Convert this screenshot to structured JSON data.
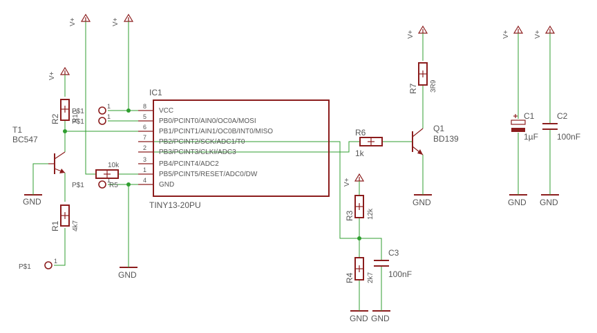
{
  "supply": {
    "label": "V+"
  },
  "ground": {
    "label": "GND"
  },
  "pad_label": "P$1",
  "ic": {
    "ref": "IC1",
    "value": "TINY13-20PU",
    "pins": [
      {
        "num": "8",
        "name": "VCC"
      },
      {
        "num": "5",
        "name": "PB0/PCINT0/AIN0/OC0A/MOSI"
      },
      {
        "num": "6",
        "name": "PB1/PCINT1/AIN1/OC0B/INT0/MISO"
      },
      {
        "num": "7",
        "name": "PB2/PCINT2/SCK/ADC1/T0"
      },
      {
        "num": "2",
        "name": "PB3/PCINT3/CLKI/ADC3"
      },
      {
        "num": "3",
        "name": "PB4/PCINT4/ADC2"
      },
      {
        "num": "1",
        "name": "PB5/PCINT5/RESET/ADC0/DW"
      },
      {
        "num": "4",
        "name": "GND"
      }
    ]
  },
  "transistors": {
    "t1": {
      "ref": "T1",
      "value": "BC547"
    },
    "q1": {
      "ref": "Q1",
      "value": "BD139"
    }
  },
  "resistors": {
    "r1": {
      "ref": "R1",
      "value": "4k7"
    },
    "r2": {
      "ref": "R2",
      "value": "R10"
    },
    "r3": {
      "ref": "R3",
      "value": "12k"
    },
    "r4": {
      "ref": "R4",
      "value": "2k7"
    },
    "r5": {
      "ref": "R5",
      "value": "10k"
    },
    "r6": {
      "ref": "R6",
      "value": "1k"
    },
    "r7": {
      "ref": "R7",
      "value": "3R9"
    }
  },
  "capacitors": {
    "c1": {
      "ref": "C1",
      "value": "1µF"
    },
    "c2": {
      "ref": "C2",
      "value": "100nF"
    },
    "c3": {
      "ref": "C3",
      "value": "100nF"
    }
  },
  "pad_pin_num": "1"
}
